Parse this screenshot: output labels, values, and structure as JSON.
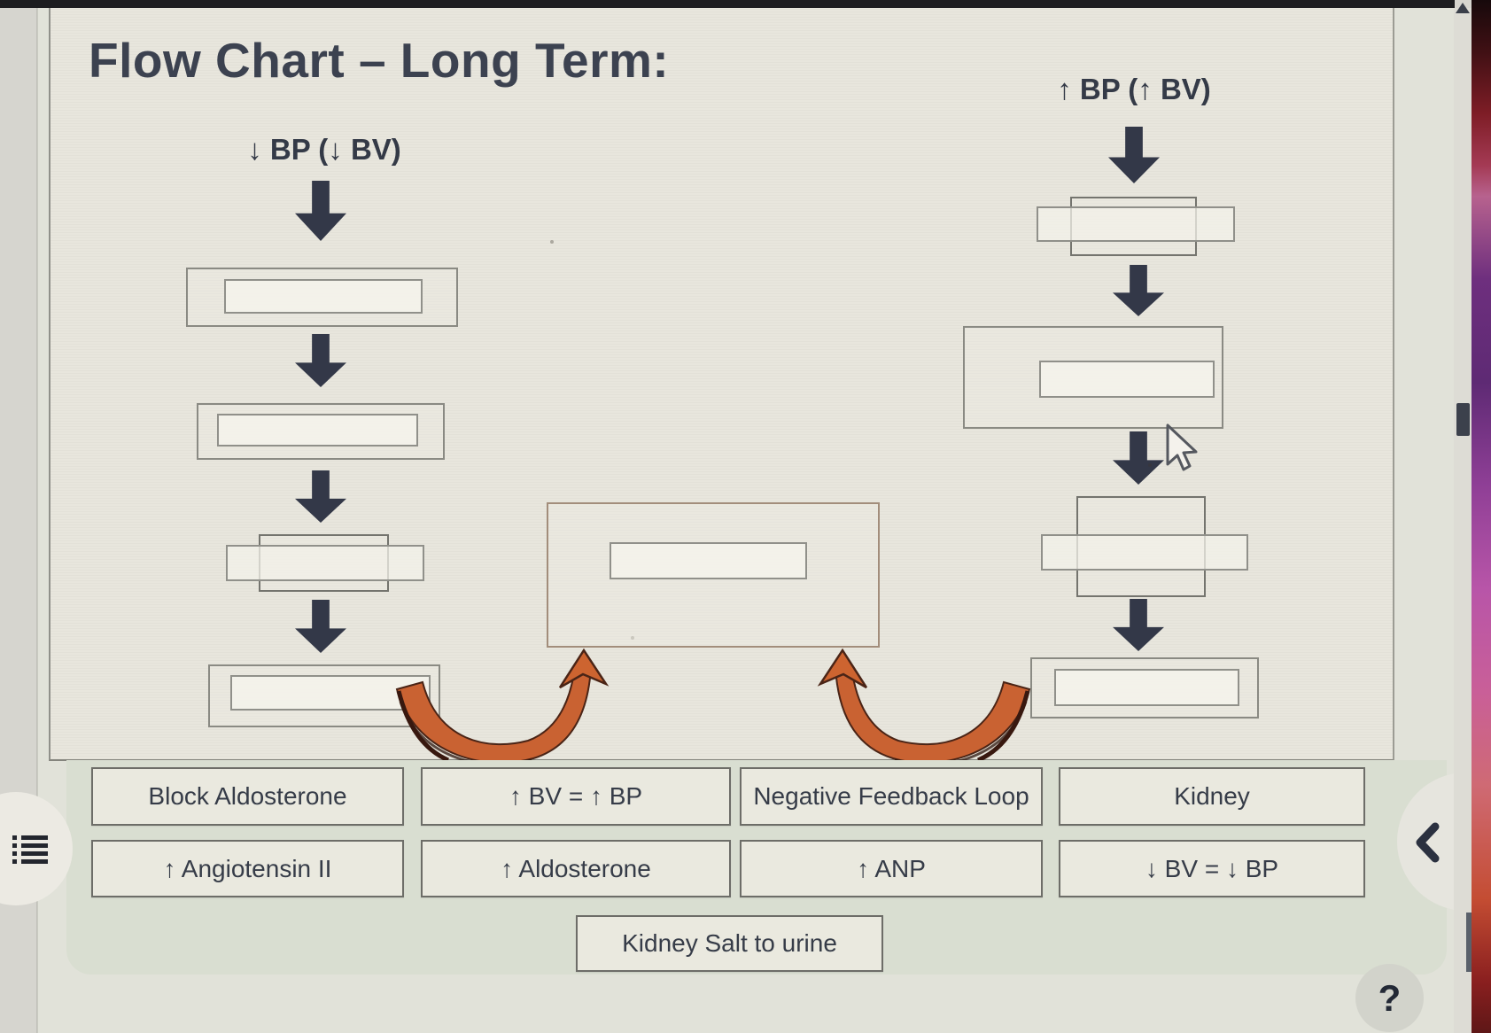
{
  "slide": {
    "title": "Flow Chart – Long Term:",
    "left_branch_label": "↓ BP (↓ BV)",
    "right_branch_label": "↑ BP (↑ BV)"
  },
  "word_bank": {
    "row1": [
      "Block Aldosterone",
      "↑ BV = ↑ BP",
      "Negative Feedback Loop",
      "Kidney"
    ],
    "row2": [
      "↑ Angiotensin II",
      "↑ Aldosterone",
      "↑ ANP",
      "↓ BV = ↓ BP"
    ],
    "row3": [
      "Kidney Salt to urine"
    ]
  },
  "controls": {
    "help_label": "?"
  },
  "colors": {
    "slide_bg": "#e8e6dd",
    "bank_panel_bg": "#d9ded1",
    "item_bg": "#eae9df",
    "arrow_navy": "#333848",
    "feedback_orange": "#c96232",
    "feedback_edge": "#4a2416",
    "text_dark": "#3c4250"
  }
}
